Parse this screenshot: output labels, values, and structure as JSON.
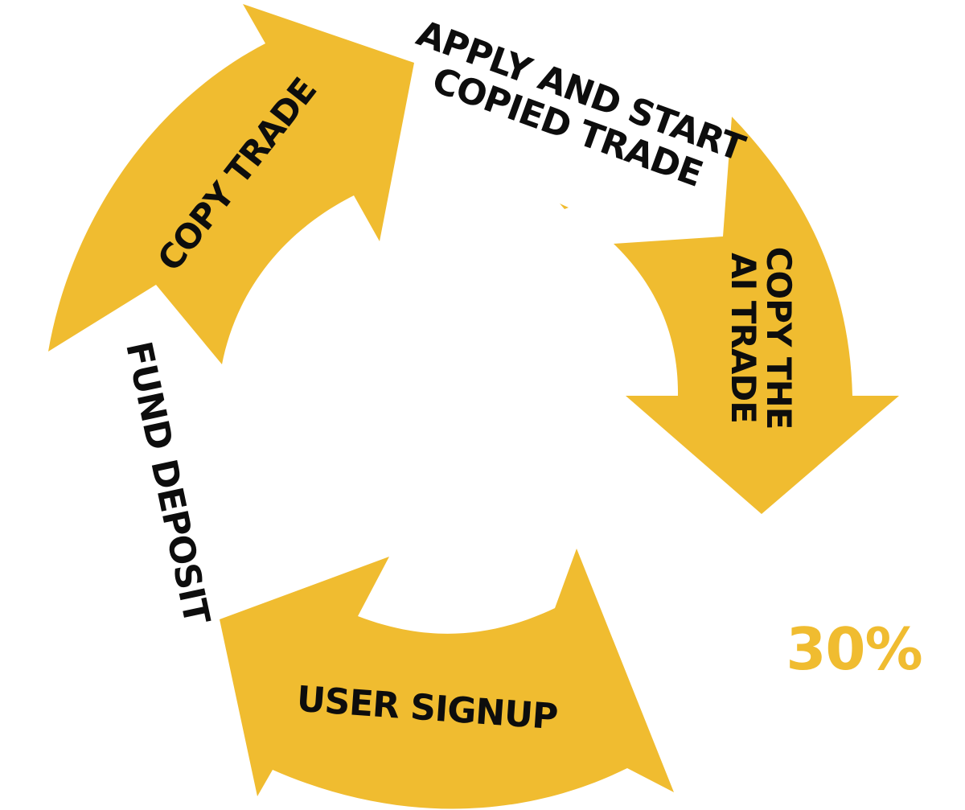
{
  "diagram": {
    "accent_color": "#F0BC30",
    "text_color": "#0d0d0d",
    "steps": [
      {
        "id": "copy-trade",
        "label": "COPY TRADE",
        "arrow_label": "COPY TRADE"
      },
      {
        "id": "apply-start",
        "label_lines": [
          "APPLY AND START",
          "COPIED TRADE"
        ]
      },
      {
        "id": "copy-ai-trade",
        "label_lines": [
          "COPY THE",
          "AI TRADE"
        ]
      },
      {
        "id": "user-signup",
        "label": "USER SIGNUP"
      },
      {
        "id": "fund-deposit",
        "label": "FUND DEPOSIT"
      }
    ],
    "percentage": "30%"
  }
}
